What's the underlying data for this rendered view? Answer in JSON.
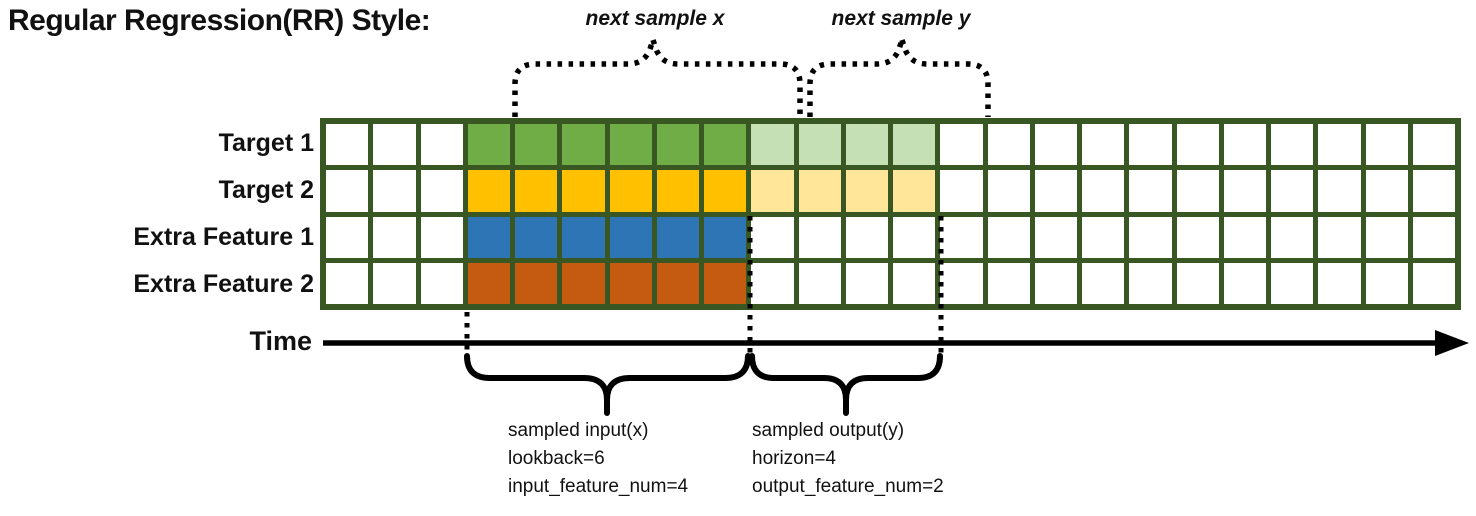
{
  "title": "Regular Regression(RR) Style:",
  "top_annotations": {
    "next_x": "next sample x",
    "next_y": "next sample y"
  },
  "rows": [
    {
      "label": "Target 1",
      "input_color": "#70AD47",
      "output_color": "#C5E0B4"
    },
    {
      "label": "Target 2",
      "input_color": "#FFC000",
      "output_color": "#FFE699"
    },
    {
      "label": "Extra Feature 1",
      "input_color": "#2E75B6",
      "output_color": null
    },
    {
      "label": "Extra Feature 2",
      "input_color": "#C55A11",
      "output_color": null
    }
  ],
  "grid": {
    "columns": 24,
    "input_start_col": 3,
    "lookback": 6,
    "horizon": 4,
    "line_color": "#385723",
    "empty_color": "#FFFFFF"
  },
  "time_axis": {
    "label": "Time"
  },
  "bottom_annotations": {
    "input": [
      "sampled input(x)",
      "lookback=6",
      "input_feature_num=4"
    ],
    "output": [
      "sampled output(y)",
      "horizon=4",
      "output_feature_num=2"
    ]
  }
}
